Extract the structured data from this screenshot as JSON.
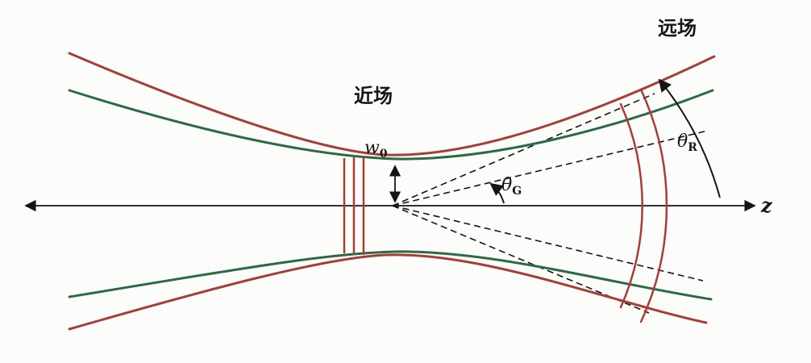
{
  "diagram": {
    "kind": "gaussian-beam-divergence-diagram",
    "labels": {
      "near_field": "近场",
      "far_field": "远场",
      "axis_z": "z",
      "waist": {
        "symbol": "w",
        "subscript": "0"
      },
      "theta_gauss": {
        "symbol": "θ",
        "subscript": "G"
      },
      "theta_real": {
        "symbol": "θ",
        "subscript": "R"
      }
    },
    "colors": {
      "real_beam": "#a83d38",
      "gaussian_beam": "#2c6a46",
      "axis_and_text": "#151515",
      "background": "#fcfcfa"
    }
  }
}
